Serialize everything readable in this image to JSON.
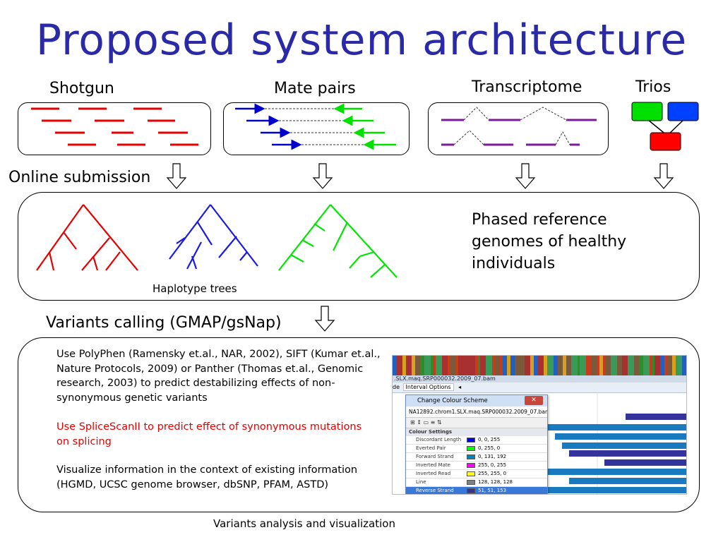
{
  "title": "Proposed system architecture",
  "sources": {
    "shotgun": "Shotgun",
    "mate_pairs": "Mate pairs",
    "transcriptome": "Transcriptome",
    "trios": "Trios"
  },
  "online_submission": "Online submission",
  "haplotype_trees": "Haplotype trees",
  "phased_reference": "Phased reference genomes of healthy individuals",
  "variants_calling": "Variants calling (GMAP/gsNap)",
  "analysis": {
    "p1": "Use PolyPhen (Ramensky et.al., NAR, 2002), SIFT (Kumar et.al., Nature Protocols, 2009) or Panther (Thomas et.al., Genomic research, 2003) to predict destabilizing effects of non-synonymous genetic variants",
    "p2": "Use SpliceScanII to predict effect of synonymous mutations on splicing",
    "p3": "Visualize information in the context of existing information (HGMD, UCSC genome browser, dbSNP, PFAM, ASTD)"
  },
  "analysis_caption": "Variants analysis and visualization",
  "screenshot": {
    "file_tab": ".SLX.maq.SRP000032.2009_07.bam",
    "tab_left": "de",
    "tab_interval": "Interval Options",
    "tab_arrow": "◂",
    "dialog_title": "Change Colour Scheme",
    "dialog_close": "✕",
    "dialog_file": "NA12892.chrom1.SLX.maq.SRP000032.2009_07.bam",
    "toolbar_icons": "⊞ ↕ ▭ ≡ ⇅",
    "section": "Colour Settings",
    "rows": [
      {
        "name": "Discordant Length",
        "value": "0, 0, 255",
        "color": "#0000ff"
      },
      {
        "name": "Everted Pair",
        "value": "0, 255, 0",
        "color": "#00ff00"
      },
      {
        "name": "Forward Strand",
        "value": "0, 131, 192",
        "color": "#0083c0"
      },
      {
        "name": "Inverted Mate",
        "value": "255, 0, 255",
        "color": "#ff00ff"
      },
      {
        "name": "Inverted Read",
        "value": "255, 255, 0",
        "color": "#ffff00"
      },
      {
        "name": "Line",
        "value": "128, 128, 128",
        "color": "#808080"
      },
      {
        "name": "Reverse Strand",
        "value": "51, 51, 153",
        "color": "#333399"
      }
    ]
  },
  "colors": {
    "title": "#2a2aa8",
    "shotgun": "#e60000",
    "mate_blue": "#0000cc",
    "mate_green": "#00e000",
    "transcript": "#7a1a9a",
    "trio_green": "#00e000",
    "trio_blue": "#0040ff",
    "trio_red": "#ff0000"
  }
}
